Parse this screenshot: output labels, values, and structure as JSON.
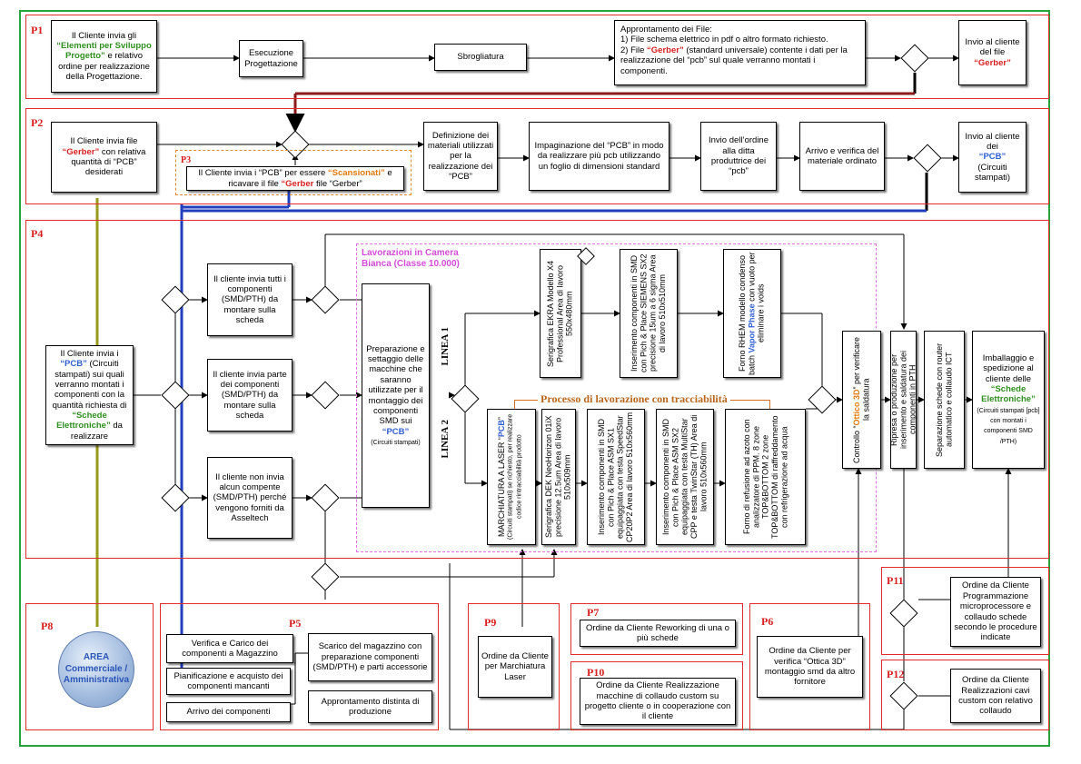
{
  "panels": {
    "p1": "P1",
    "p2": "P2",
    "p3": "P3",
    "p4": "P4",
    "p5": "P5",
    "p6": "P6",
    "p7": "P7",
    "p8": "P8",
    "p9": "P9",
    "p10": "P10",
    "p11": "P11",
    "p12": "P12"
  },
  "p1": {
    "cliente_a": "Il Cliente invia gli",
    "cliente_b": "“Elementi per Sviluppo Progetto”",
    "cliente_c": "e relativo ordine per realizzazione della Progettazione.",
    "esecuzione": "Esecuzione Progettazione",
    "sbrogliatura": "Sbrogliatura",
    "file_title": "Approntamento dei File:",
    "file_1": "1) File schema elettrico in pdf o altro formato richiesto.",
    "file_2a": "2) File",
    "file_2b": "“Gerber”",
    "file_2c": "(standard universale) contente i dati per la realizzazione del “pcb” sul quale verranno montati i componenti.",
    "invio_a": "Invio al cliente del file",
    "invio_b": "“Gerber”"
  },
  "p2": {
    "cliente_a": "Il Cliente invia file",
    "cliente_b": "“Gerber”",
    "cliente_c": "con relativa quantità di “PCB” desiderati",
    "p3_a": "Il Cliente invia i “PCB” per essere",
    "p3_b": "“Scansionati”",
    "p3_c": "e ricavare il file",
    "p3_d": "“Gerber",
    "p3_e": "file “Gerber”",
    "definizione": "Definizione dei materiali utilizzati per la realizzazione dei “PCB”",
    "impaginazione": "Impaginazione del “PCB” in modo da realizzare più pcb utilizzando un foglio di dimensioni standard",
    "invio_ordine": "Invio dell’ordine alla ditta produttrice dei “pcb”",
    "arrivo": "Arrivo e verifica del materiale ordinato",
    "invio_a": "Invio al cliente dei",
    "invio_b": "“PCB”",
    "invio_c": "(Circuiti stampati)"
  },
  "p4": {
    "cliente_a": "Il Cliente invia i",
    "cliente_b": "“PCB”",
    "cliente_c": "(Circuiti stampati) sui quali verranno montati i componenti con la quantità richiesta di",
    "cliente_d": "“Schede Elettroniche”",
    "cliente_e": "da realizzare",
    "tutti": "Il cliente invia tutti i componenti (SMD/PTH) da montare sulla scheda",
    "parte": "Il cliente invia parte dei componenti (SMD/PTH) da montare sulla scheda",
    "nessuno": "Il cliente non invia alcun compente (SMD/PTH) perché vengono forniti da Asseltech",
    "prep_a": "Preparazione e settaggio delle macchine che saranno utilizzate per il montaggio dei componenti SMD sui",
    "prep_b": "“PCB”",
    "prep_c": "(Circuiti stampati)",
    "camera": "Lavorazioni in Camera Bianca (Classe 10.000)",
    "linea1": "LINEA 1",
    "linea2": "LINEA 2",
    "tracciabilita": "Processo di lavorazione con tracciabilità",
    "l1_serigrafica": "Serigrafica EKRA Modello X4 Professional Area di lavoro 550x480mm",
    "l1_insert": "Inserimento componenti in SMD con Pich & Place SIEMENS SX2 precisione 15um a 6 sigma Area di lavoro 510x510mm",
    "l1_forno_a": "Forno RHEM modello condenso batch",
    "l1_forno_b": "Vapor Phase",
    "l1_forno_c": "con vuoto per eliminare i voids",
    "l2_laser_a": "MARCHIATURA A LASER “",
    "l2_laser_b": "PCB",
    "l2_laser_c": "”",
    "l2_laser_d": "(Circuiti stampati) se richiesto, per realizzare codice rintracciabilità prodotto",
    "l2_serigrafica": "Serigrafica DEK NeoHorizon 01iX precisione 12.5um Area di lavoro 510x509mm",
    "l2_insert1": "Inserimento componenti in SMD con Pich & Place ASM SX1 equipaggiata con testa SpeedStar CP20P2 Area di lavoro 510x560mm",
    "l2_insert2": "Inserimento componenti in SMD con Pich & Place ASM SX2 equipaggiata con testa MultiStar CPP e testa TwinStar (TH) Area di lavoro 510x560mm",
    "l2_forno": "Forno di refusione ad azoto con analizzatore di PPM. 8 zone TOP&BOTTOM 2 zone TOP&BOTTOM di raffreddamento con refrigerazione ad acqua",
    "ottico_a": "Controllo “",
    "ottico_b": "Ottico 3D",
    "ottico_c": "” per verificare la saldatura",
    "ripresa": "Ripresa o produzione per inserimento e saldatura dei componenti in PTH",
    "separazione": "Separazione schede con router automatico e collaudo ICT",
    "imballo_a": "Imballaggio e spedizione al cliente delle",
    "imballo_b": "“Schede Elettroniche”",
    "imballo_c": "(Circuiti stampati [pcb] con montati i componenti SMD /PTH)"
  },
  "p5": {
    "verifica": "Verifica e Carico dei componenti a Magazzino",
    "pianificazione": "Pianificazione e acquisto dei componenti mancanti",
    "arrivo": "Arrivo dei componenti",
    "scarico": "Scarico del magazzino con preparazione componenti (SMD/PTH) e parti accessorie",
    "distinta": "Approntamento distinta di produzione"
  },
  "p6": {
    "ordine": "Ordine da Cliente per verifica “Ottica 3D” montaggio smd da altro fornitore"
  },
  "p7": {
    "ordine": "Ordine da Cliente Reworking di una o più schede"
  },
  "p8": {
    "area": "AREA Commerciale / Amministrativa"
  },
  "p9": {
    "ordine": "Ordine da Cliente per Marchiatura Laser"
  },
  "p10": {
    "ordine": "Ordine da Cliente Realizzazione macchine di collaudo custom su progetto cliente o in cooperazione con il cliente"
  },
  "p11": {
    "ordine": "Ordine da Cliente Programmazione microprocessore e collaudo schede secondo le procedure indicate"
  },
  "p12": {
    "ordine": "Ordine da Cliente Realizzazioni cavi custom con relativo collaudo"
  },
  "colors": {
    "panel_border": "#e32b2b",
    "outer_border": "#27a33a",
    "blue_line": "#1f3fbf",
    "olive_line": "#9a9a1a",
    "accent_green": "#2f8f1f",
    "accent_red": "#d81f1f",
    "accent_blue": "#2f5fd0",
    "accent_orange": "#e07a10",
    "clean_room": "#e070e0"
  }
}
